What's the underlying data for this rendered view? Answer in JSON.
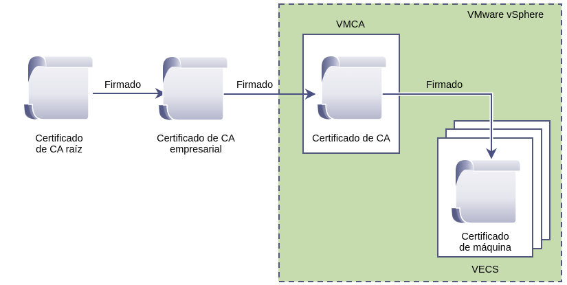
{
  "diagram": {
    "container": {
      "title": "VMware vSphere",
      "fill": "#c6dcae",
      "border_color": "#51587a",
      "border_style": "dashed"
    },
    "nodes": [
      {
        "id": "root-ca",
        "label_line1": "Certificado",
        "label_line2": "de CA raíz",
        "icon": "certificate-scroll-icon"
      },
      {
        "id": "enterprise-ca",
        "label_line1": "Certificado de CA",
        "label_line2": "empresarial",
        "icon": "certificate-scroll-icon"
      },
      {
        "id": "vmca",
        "box_title": "VMCA",
        "label": "Certificado de CA",
        "icon": "certificate-scroll-icon"
      },
      {
        "id": "machine-cert",
        "box_title": "VECS",
        "label_line1": "Certificado",
        "label_line2": "de máquina",
        "icon": "certificate-scroll-icon",
        "stacked": true
      }
    ],
    "edges": [
      {
        "from": "root-ca",
        "to": "enterprise-ca",
        "label": "Firmado"
      },
      {
        "from": "enterprise-ca",
        "to": "vmca",
        "label": "Firmado"
      },
      {
        "from": "vmca",
        "to": "machine-cert",
        "label": "Firmado"
      }
    ],
    "colors": {
      "line": "#4a5180",
      "card_border": "#51587a"
    }
  }
}
